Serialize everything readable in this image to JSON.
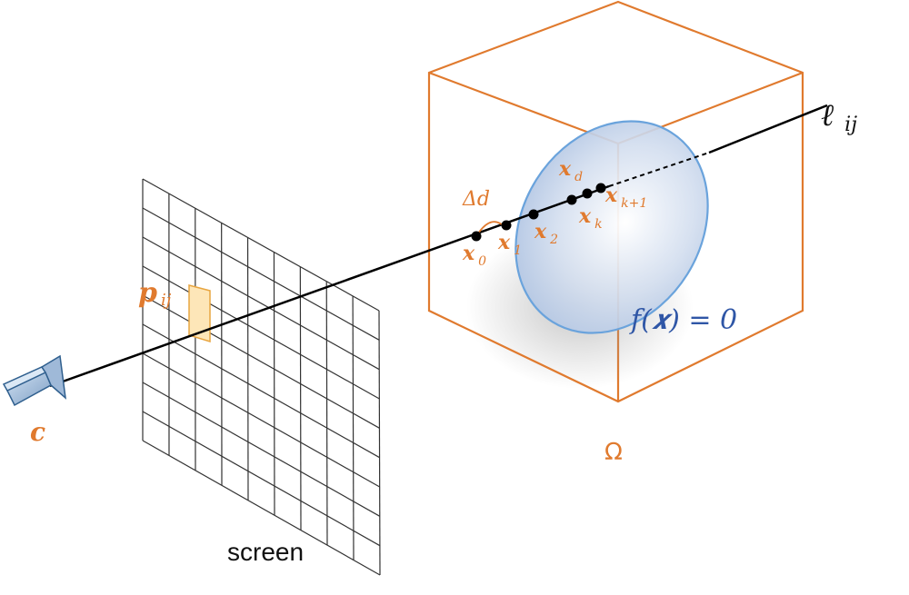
{
  "labels": {
    "camera": "c",
    "pixel_main": "p",
    "pixel_sub": "ij",
    "ray_main": "ℓ",
    "ray_sub": "ij",
    "screen": "screen",
    "domain": "Ω",
    "surface": "f(𝒙) = 0",
    "step": "Δd",
    "points": [
      {
        "main": "x",
        "sub": "0"
      },
      {
        "main": "x",
        "sub": "1"
      },
      {
        "main": "x",
        "sub": "2"
      },
      {
        "main": "x",
        "sub": "d"
      },
      {
        "main": "x",
        "sub": "k"
      },
      {
        "main": "x",
        "sub": "k+1"
      }
    ]
  },
  "colors": {
    "orange": "#e07a2e",
    "blue": "#2f56a6",
    "ellipse_edge": "#6aa3dc",
    "pixel_fill": "#fde6b8",
    "grid": "#333333",
    "ray": "#000000"
  }
}
